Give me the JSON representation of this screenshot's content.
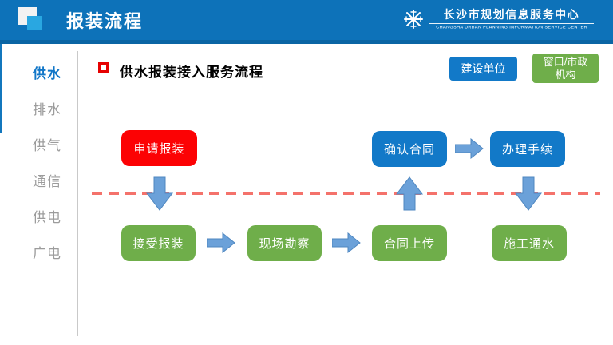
{
  "header": {
    "title": "报装流程",
    "org_name": "长沙市规划信息服务中心",
    "org_subtitle": "CHANGSHA URBAN PLANNING INFORMATION SERVICE CENTER"
  },
  "sidebar": {
    "items": [
      {
        "label": "供水",
        "active": true
      },
      {
        "label": "排水",
        "active": false
      },
      {
        "label": "供气",
        "active": false
      },
      {
        "label": "通信",
        "active": false
      },
      {
        "label": "供电",
        "active": false
      },
      {
        "label": "广电",
        "active": false
      }
    ]
  },
  "main": {
    "section_title": "供水报装接入服务流程",
    "legend": {
      "construction_unit": "建设单位",
      "municipal_line1": "窗口/市政",
      "municipal_line2": "机构"
    },
    "flow": {
      "apply": "申请报装",
      "confirm": "确认合同",
      "handle": "办理手续",
      "accept": "接受报装",
      "survey": "现场勘察",
      "upload": "合同上传",
      "complete": "施工通水"
    }
  },
  "colors": {
    "header_blue": "#0d72b9",
    "accent_blue": "#1279c8",
    "process_green": "#6fae4a",
    "start_red": "#fc0204",
    "arrow_blue": "#6ba1d9",
    "dashed_red": "#f4726b"
  }
}
